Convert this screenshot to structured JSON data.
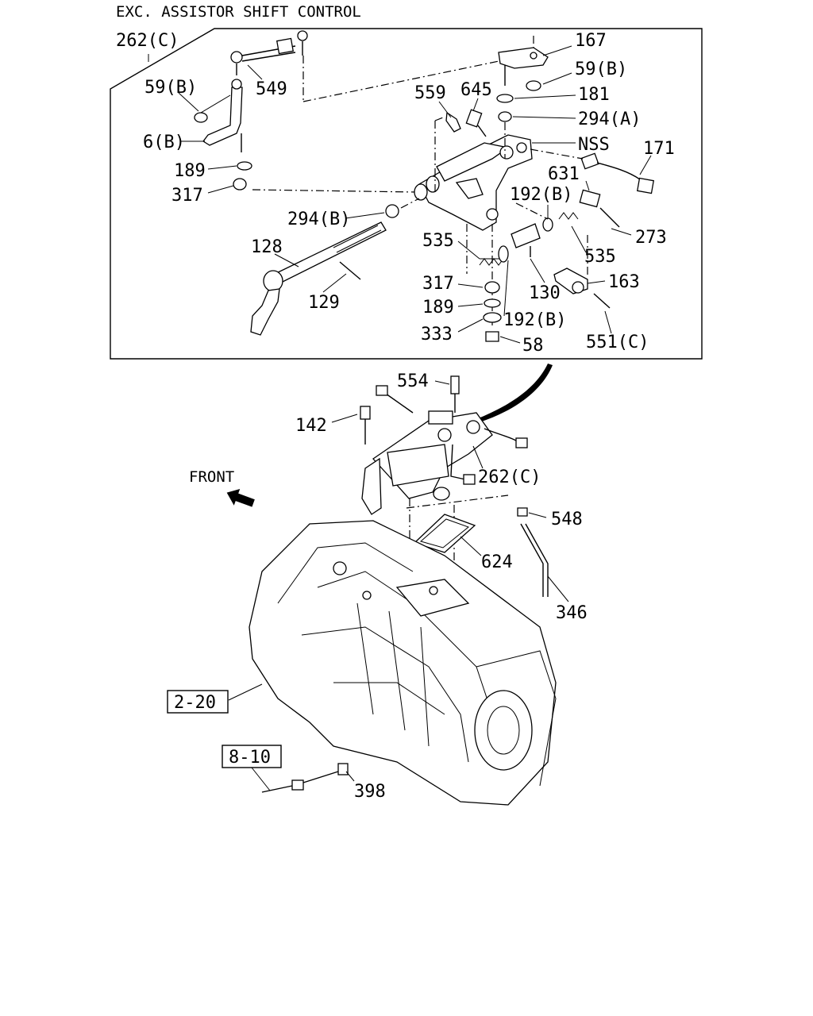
{
  "title": "EXC. ASSISTOR SHIFT CONTROL",
  "front_label": "FRONT",
  "inset_label": "262(C)",
  "labels": {
    "p549": "549",
    "p59b_left": "59(B)",
    "p6b": "6(B)",
    "p189_top": "189",
    "p317_top": "317",
    "p294b": "294(B)",
    "p128": "128",
    "p129": "129",
    "p559": "559",
    "p645": "645",
    "p167": "167",
    "p59b_right": "59(B)",
    "p181": "181",
    "p294a": "294(A)",
    "pnss": "NSS",
    "p171": "171",
    "p631": "631",
    "p192b_top": "192(B)",
    "p273": "273",
    "p535_left": "535",
    "p535_right": "535",
    "p130": "130",
    "p163": "163",
    "p317_bottom": "317",
    "p189_bottom": "189",
    "p192b_bottom": "192(B)",
    "p333": "333",
    "p58": "58",
    "p551c": "551(C)",
    "p554": "554",
    "p142": "142",
    "p262c": "262(C)",
    "p548": "548",
    "p624": "624",
    "p346": "346",
    "ref_2_20": "2-20",
    "ref_8_10": "8-10",
    "p398": "398"
  }
}
